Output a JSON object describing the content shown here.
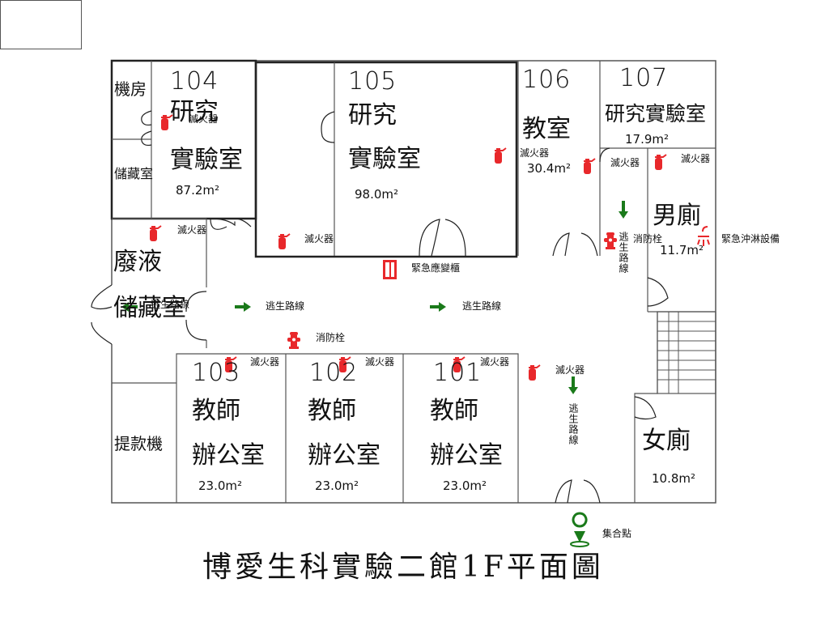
{
  "title": "博愛生科實驗二館1F平面圖",
  "rooms": {
    "r104": {
      "number": "104",
      "l1": "研究",
      "l2": "實驗室",
      "area": "87.2m²"
    },
    "r105": {
      "number": "105",
      "l1": "研究",
      "l2": "實驗室",
      "area": "98.0m²"
    },
    "r106": {
      "number": "106",
      "l1": "教室",
      "area": "30.4m²"
    },
    "r107": {
      "number": "107",
      "l1": "研究實驗室",
      "area": "17.9m²"
    },
    "machine": "機房",
    "storage": "儲藏室",
    "waste1": "廢液",
    "waste2": "儲藏室",
    "mens": {
      "name": "男廁",
      "area": "11.7m²"
    },
    "womens": {
      "name": "女廁",
      "area": "10.8m²"
    },
    "r103": {
      "number": "103",
      "l1": "教師",
      "l2": "辦公室",
      "area": "23.0m²"
    },
    "r102": {
      "number": "102",
      "l1": "教師",
      "l2": "辦公室",
      "area": "23.0m²"
    },
    "r101": {
      "number": "101",
      "l1": "教師",
      "l2": "辦公室",
      "area": "23.0m²"
    },
    "atm": "提款機"
  },
  "labels": {
    "extinguisher": "滅火器",
    "hydrant": "消防栓",
    "escape": "逃生路線",
    "cabinet": "緊急應變櫃",
    "shower": "緊急沖淋設備",
    "assembly": "集合點"
  },
  "colors": {
    "safety": "#e8282b",
    "route": "#1a7a1a",
    "wall": "#222222",
    "line": "#555555"
  },
  "icons": [
    "fire-extinguisher-icon",
    "fire-hydrant-icon",
    "escape-arrow-icon",
    "emergency-cabinet-icon",
    "emergency-shower-icon",
    "assembly-point-icon"
  ]
}
